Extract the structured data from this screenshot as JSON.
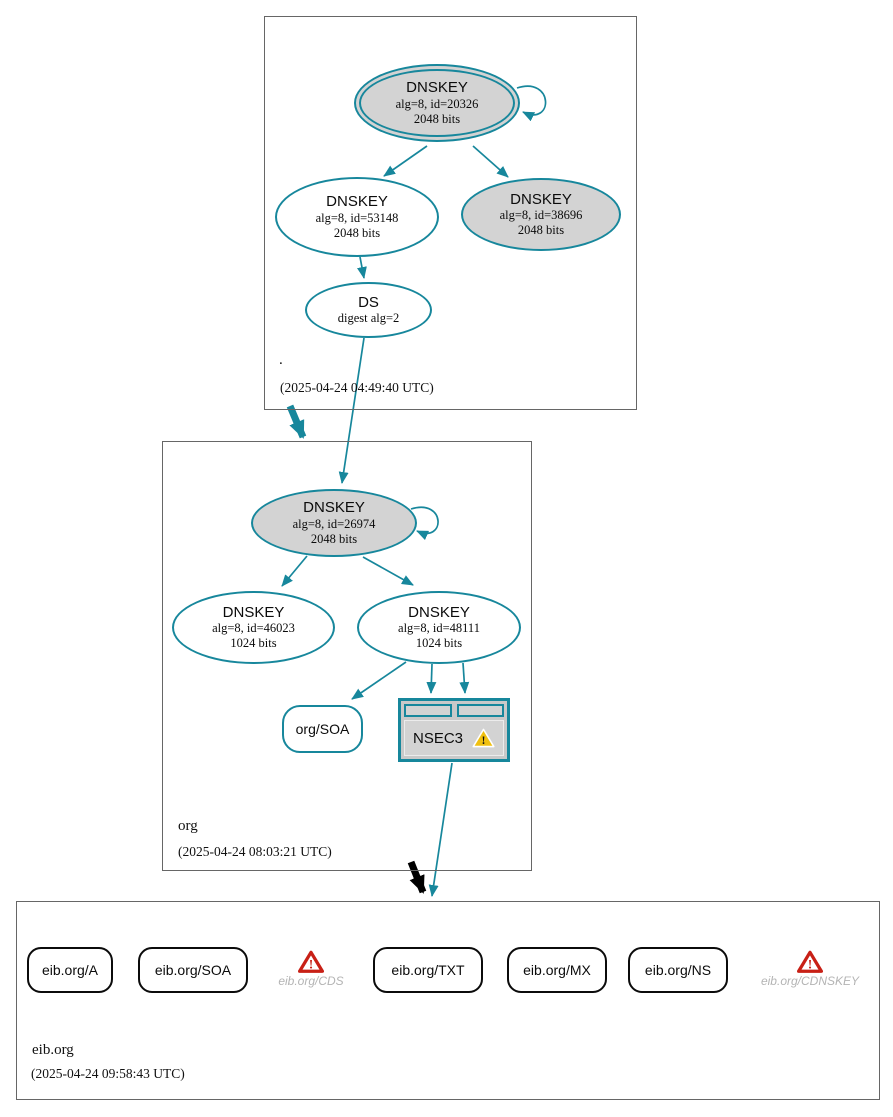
{
  "colors": {
    "secure": "#17879c",
    "node_fill": "#d3d3d3",
    "box_border": "#666666",
    "error_red": "#c82016",
    "warning_yellow": "#f0c010",
    "muted_label": "#b4b4b4",
    "delegation_black": "#000000"
  },
  "zones": {
    "root": {
      "label": ".",
      "timestamp": "(2025-04-24 04:49:40 UTC)",
      "ksk": {
        "title": "DNSKEY",
        "detail1": "alg=8, id=20326",
        "detail2": "2048 bits"
      },
      "zsk": {
        "title": "DNSKEY",
        "detail1": "alg=8, id=53148",
        "detail2": "2048 bits"
      },
      "key2": {
        "title": "DNSKEY",
        "detail1": "alg=8, id=38696",
        "detail2": "2048 bits"
      },
      "ds": {
        "title": "DS",
        "detail1": "digest alg=2"
      }
    },
    "org": {
      "label": "org",
      "timestamp": "(2025-04-24 08:03:21 UTC)",
      "ksk": {
        "title": "DNSKEY",
        "detail1": "alg=8, id=26974",
        "detail2": "2048 bits"
      },
      "zsk1": {
        "title": "DNSKEY",
        "detail1": "alg=8, id=46023",
        "detail2": "1024 bits"
      },
      "zsk2": {
        "title": "DNSKEY",
        "detail1": "alg=8, id=48111",
        "detail2": "1024 bits"
      },
      "soa": {
        "label": "org/SOA"
      },
      "nsec3": {
        "label": "NSEC3"
      }
    },
    "eib": {
      "label": "eib.org",
      "timestamp": "(2025-04-24 09:58:43 UTC)",
      "rrsets": [
        {
          "label": "eib.org/A"
        },
        {
          "label": "eib.org/SOA"
        },
        {
          "label": "eib.org/TXT"
        },
        {
          "label": "eib.org/MX"
        },
        {
          "label": "eib.org/NS"
        }
      ],
      "errors": [
        {
          "label": "eib.org/CDS"
        },
        {
          "label": "eib.org/CDNSKEY"
        }
      ]
    }
  }
}
